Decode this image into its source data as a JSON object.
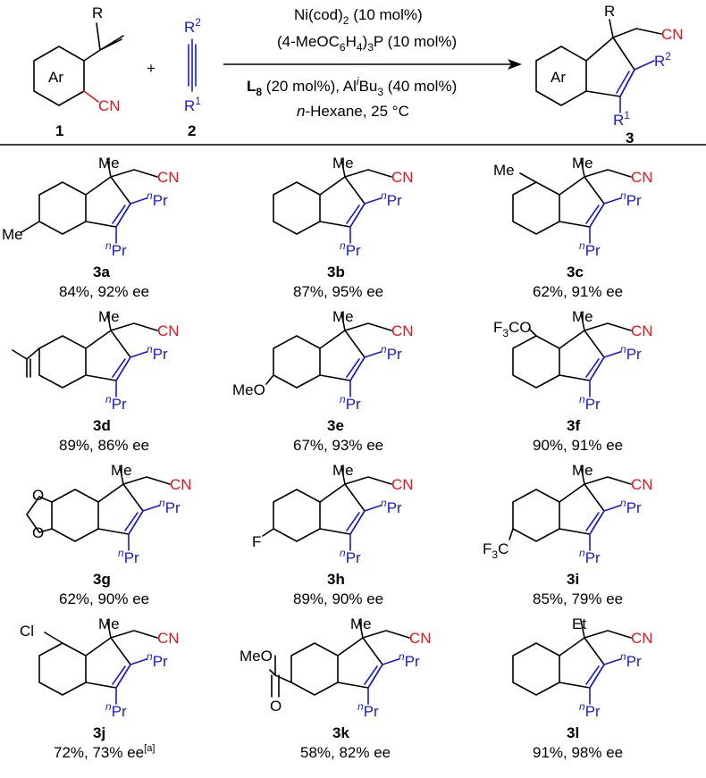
{
  "reaction": {
    "sm1_label": "1",
    "sm2_label": "2",
    "product_label": "3",
    "sm1_R": "R",
    "sm1_Ar": "Ar",
    "sm1_CN": "CN",
    "sm2_R2": "R",
    "sm2_R2_sup": "2",
    "sm2_R1": "R",
    "sm2_R1_sup": "1",
    "plus": "+",
    "cond1": "Ni(cod)",
    "cond1_sub": "2",
    "cond1_tail": " (10 mol%)",
    "cond2a": "(4-MeOC",
    "cond2_sub1": "6",
    "cond2b": "H",
    "cond2_sub2": "4",
    "cond2c": ")",
    "cond2_sub3": "3",
    "cond2d": "P (10 mol%)",
    "cond3_L": "L",
    "cond3_L_sub": "8",
    "cond3a": " (20 mol%), Al",
    "cond3_i": "i",
    "cond3b": "Bu",
    "cond3_sub": "3",
    "cond3c": " (40 mol%)",
    "cond4_n": "n",
    "cond4": "-Hexane, 25 °C",
    "prod_R": "R",
    "prod_Ar": "Ar",
    "prod_CN": "CN",
    "prod_R2": "R",
    "prod_R2_sup": "2",
    "prod_R1": "R",
    "prod_R1_sup": "1"
  },
  "substituent_labels": {
    "me": "Me",
    "et": "Et",
    "cn": "CN",
    "n": "n",
    "pr": "Pr",
    "meo": "MeO",
    "f3co_F": "F",
    "f3co_3": "3",
    "f3co_CO": "CO",
    "f": "F",
    "f3c_F": "F",
    "f3c_3": "3",
    "f3c_C": "C",
    "cl": "Cl",
    "ester_meo": "MeO",
    "ester_o": "O",
    "ring_o": "O"
  },
  "products": [
    {
      "id": "3a",
      "result": "84%, 92% ee"
    },
    {
      "id": "3b",
      "result": "87%, 95% ee"
    },
    {
      "id": "3c",
      "result": "62%, 91% ee"
    },
    {
      "id": "3d",
      "result": "89%, 86% ee"
    },
    {
      "id": "3e",
      "result": "67%, 93% ee"
    },
    {
      "id": "3f",
      "result": "90%, 91% ee"
    },
    {
      "id": "3g",
      "result": "62%, 90% ee"
    },
    {
      "id": "3h",
      "result": "89%, 90% ee"
    },
    {
      "id": "3i",
      "result": "85%, 79% ee"
    },
    {
      "id": "3j",
      "result": "72%, 73% ee",
      "note": "[a]"
    },
    {
      "id": "3k",
      "result": "58%, 82% ee"
    },
    {
      "id": "3l",
      "result": "91%, 98% ee"
    }
  ]
}
